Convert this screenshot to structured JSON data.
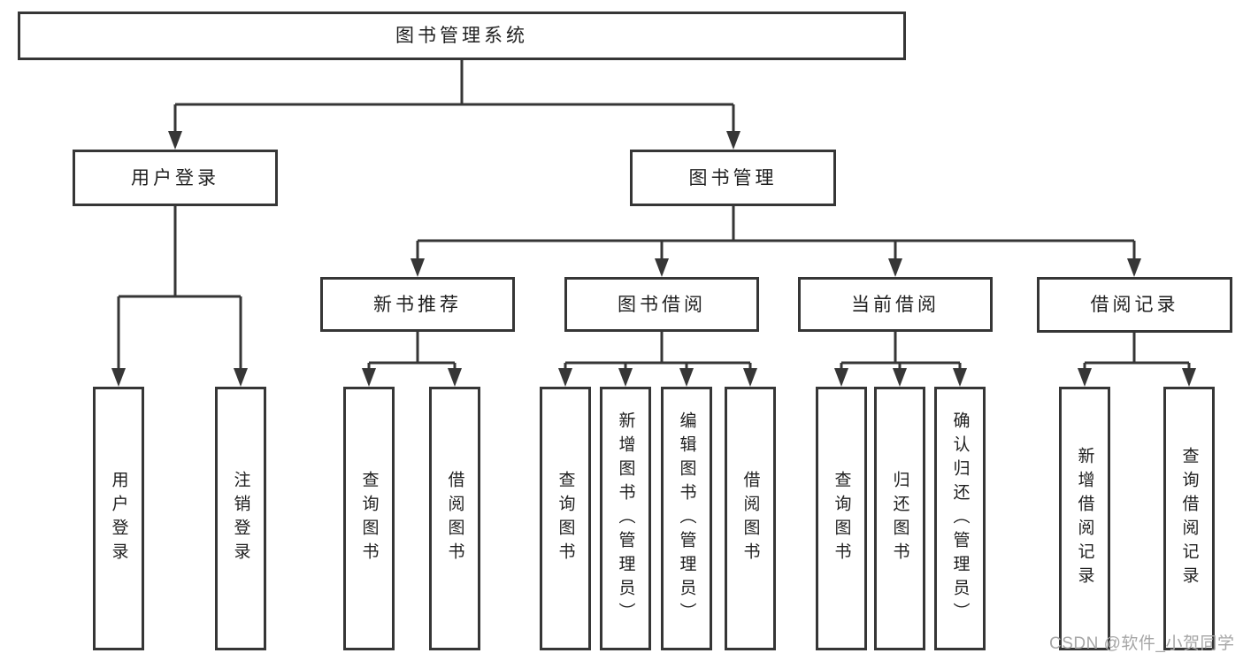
{
  "diagram": {
    "title": "图书管理系统",
    "root": {
      "label": "图书管理系统"
    },
    "branches": [
      {
        "label": "用户登录",
        "children": [
          {
            "label": "用户登录"
          },
          {
            "label": "注销登录"
          }
        ]
      },
      {
        "label": "图书管理",
        "children": [
          {
            "label": "新书推荐",
            "children": [
              {
                "label": "查询图书"
              },
              {
                "label": "借阅图书"
              }
            ]
          },
          {
            "label": "图书借阅",
            "children": [
              {
                "label": "查询图书"
              },
              {
                "label": "新增图书（管理员）"
              },
              {
                "label": "编辑图书（管理员）"
              },
              {
                "label": "借阅图书"
              }
            ]
          },
          {
            "label": "当前借阅",
            "children": [
              {
                "label": "查询图书"
              },
              {
                "label": "归还图书"
              },
              {
                "label": "确认归还（管理员）"
              }
            ]
          },
          {
            "label": "借阅记录",
            "children": [
              {
                "label": "新增借阅记录"
              },
              {
                "label": "查询借阅记录"
              }
            ]
          }
        ]
      }
    ]
  },
  "watermark": {
    "text": "CSDN @软件_小贺同学"
  },
  "colors": {
    "line": "#363636",
    "text": "#1f1f1f",
    "watermark": "#a6a6a6",
    "background": "#ffffff"
  }
}
